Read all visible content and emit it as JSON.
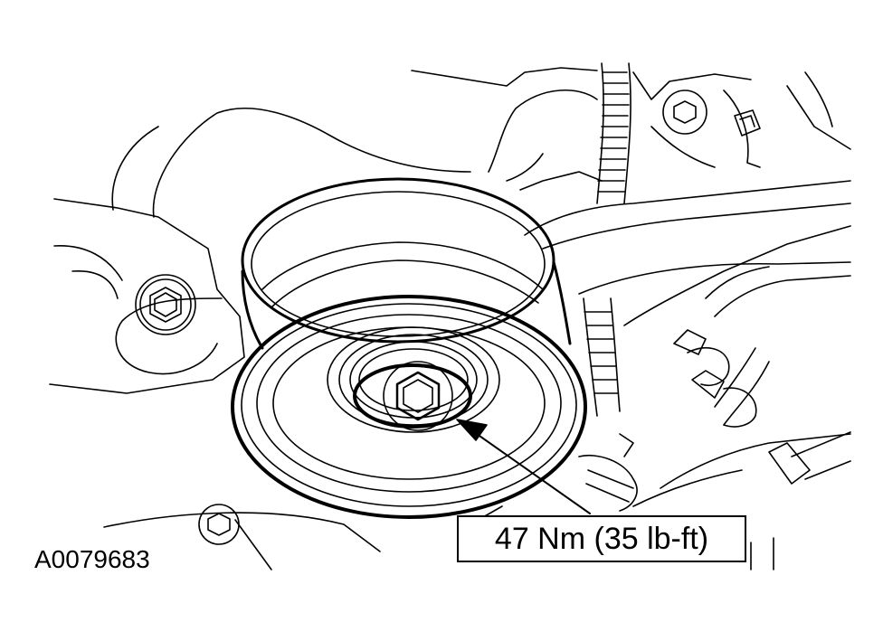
{
  "diagram": {
    "figure_id": "A0079683",
    "callout": "47 Nm (35 lb-ft)",
    "line_color": "#000000",
    "background": "#ffffff",
    "icons": [
      "pulley",
      "bolt",
      "arrow"
    ]
  }
}
